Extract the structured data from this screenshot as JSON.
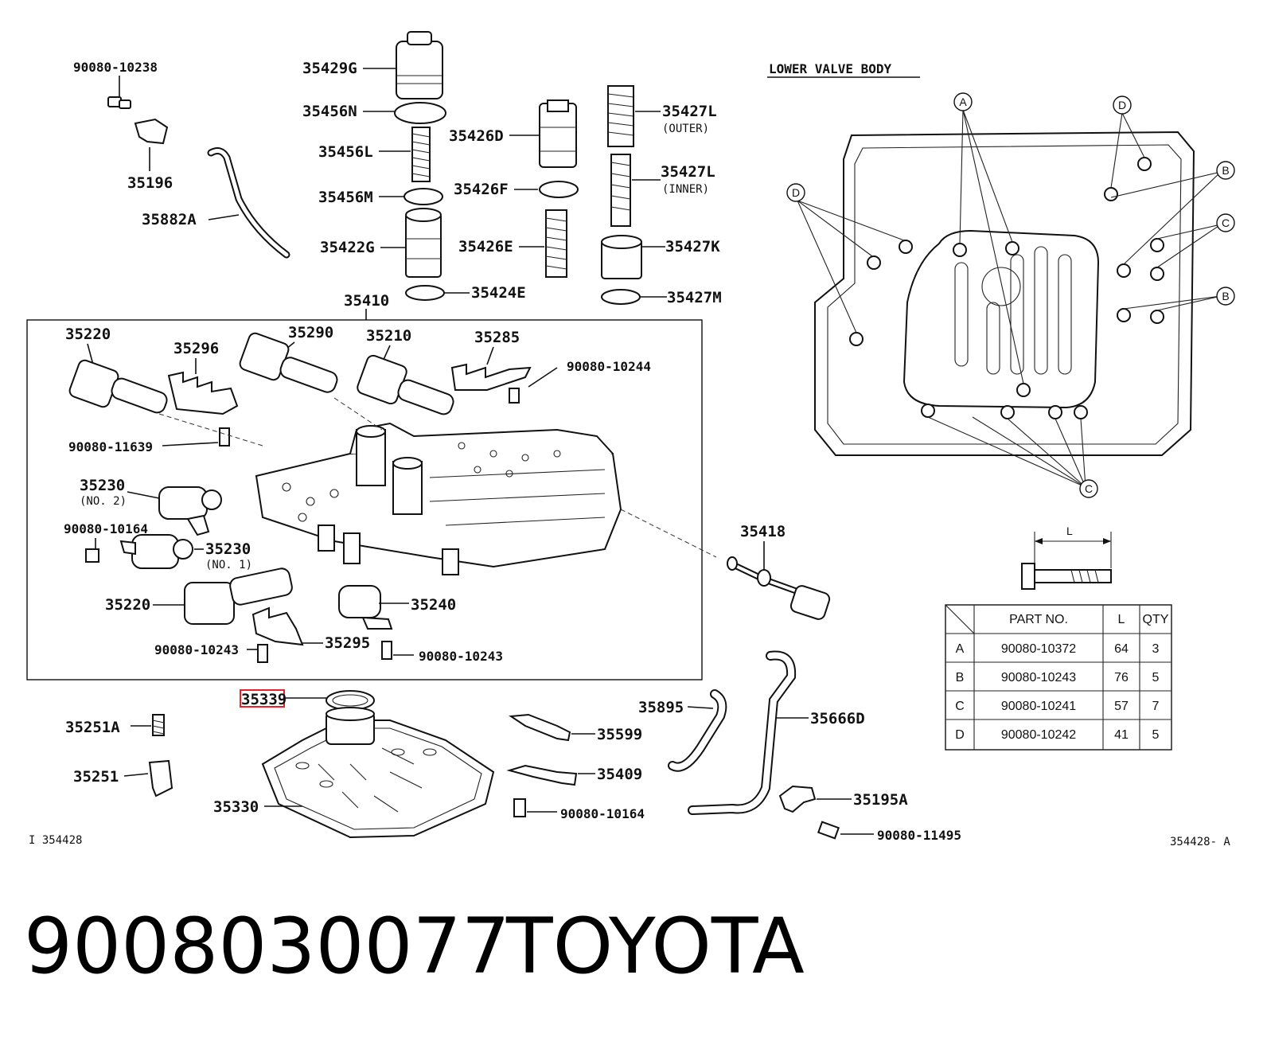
{
  "labels": {
    "p9008010238": "90080-10238",
    "p35196": "35196",
    "p35882A": "35882A",
    "p35429G": "35429G",
    "p35456N": "35456N",
    "p35456L": "35456L",
    "p35456M": "35456M",
    "p35422G": "35422G",
    "p35424E": "35424E",
    "p35426D": "35426D",
    "p35426F": "35426F",
    "p35426E": "35426E",
    "p35427L_outer": "35427L",
    "outer_note": "(OUTER)",
    "p35427L_inner": "35427L",
    "inner_note": "(INNER)",
    "p35427K": "35427K",
    "p35427M": "35427M",
    "p35410": "35410",
    "p35220_top": "35220",
    "p35296": "35296",
    "p35290": "35290",
    "p35210": "35210",
    "p35285": "35285",
    "p9008010244": "90080-10244",
    "p9008011639": "90080-11639",
    "p35230_no2": "35230",
    "no2_note": "(NO. 2)",
    "p9008010164_left": "90080-10164",
    "p35230_no1": "35230",
    "no1_note": "(NO. 1)",
    "p35220_bottom": "35220",
    "p35240": "35240",
    "p9008010243_left": "90080-10243",
    "p35295": "35295",
    "p9008010243_right": "90080-10243",
    "p35418": "35418",
    "p35339": "35339",
    "p35251A": "35251A",
    "p35251": "35251",
    "p35330": "35330",
    "p35895": "35895",
    "p35599": "35599",
    "p35409": "35409",
    "p9008010164_bottom": "90080-10164",
    "p35666D": "35666D",
    "p35195A": "35195A",
    "p9008011495": "90080-11495",
    "lower_valve_body": "LOWER VALVE BODY",
    "ref_left": "I 354428",
    "ref_right": "354428- A",
    "dim_L": "L"
  },
  "callouts": {
    "a": "A",
    "b": "B",
    "c": "C",
    "d": "D"
  },
  "bolt_table": {
    "headers": [
      "PART NO.",
      "L",
      "QTY"
    ],
    "rows": [
      {
        "key": "A",
        "part": "90080-10372",
        "l": "64",
        "qty": "3"
      },
      {
        "key": "B",
        "part": "90080-10243",
        "l": "76",
        "qty": "5"
      },
      {
        "key": "C",
        "part": "90080-10241",
        "l": "57",
        "qty": "7"
      },
      {
        "key": "D",
        "part": "90080-10242",
        "l": "41",
        "qty": "5"
      }
    ]
  },
  "highlighted_part": "35339",
  "footer": {
    "part_number": "9008030077",
    "brand": "TOYOTA"
  },
  "colors": {
    "highlight": "#e8202a",
    "ink": "#111111"
  }
}
